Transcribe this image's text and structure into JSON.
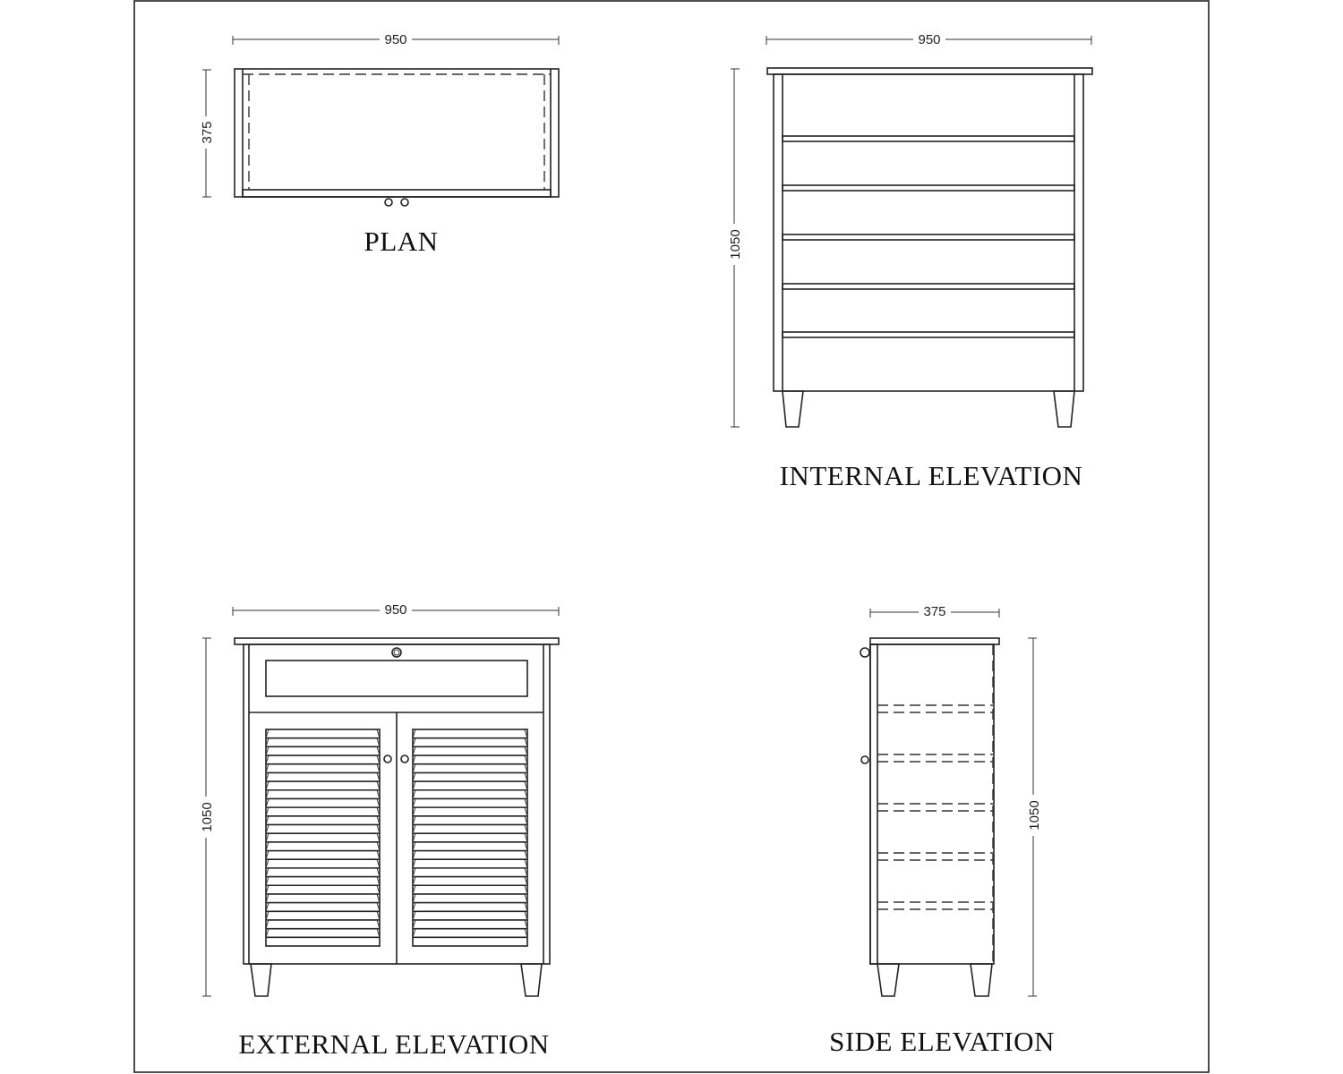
{
  "plan": {
    "title": "PLAN",
    "width_dim": "950",
    "depth_dim": "375"
  },
  "internal_elevation": {
    "title": "INTERNAL ELEVATION",
    "width_dim": "950",
    "height_dim": "1050"
  },
  "external_elevation": {
    "title": "EXTERNAL  ELEVATION",
    "width_dim": "950",
    "height_dim": "1050"
  },
  "side_elevation": {
    "title": "SIDE ELEVATION",
    "width_dim": "375",
    "height_dim": "1050"
  },
  "colors": {
    "line": "#222222",
    "background": "#ffffff"
  }
}
